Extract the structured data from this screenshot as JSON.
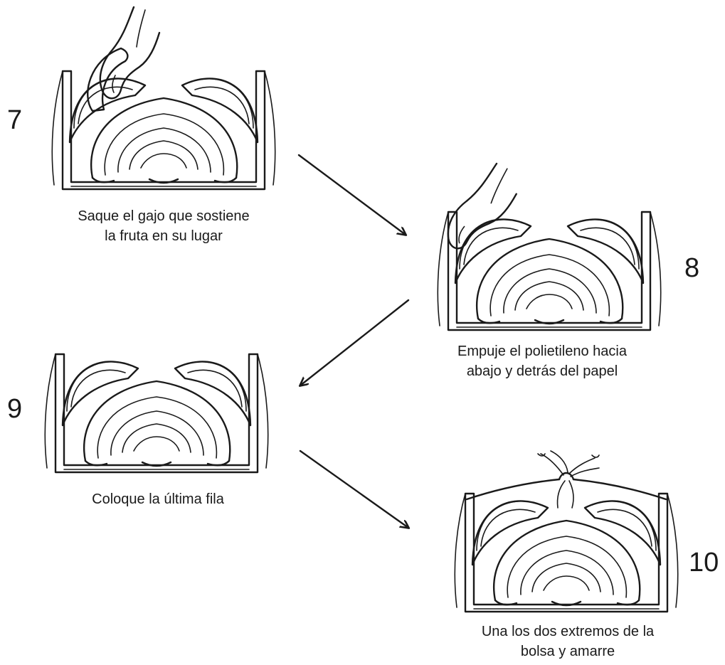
{
  "steps": [
    {
      "number": "7",
      "caption": "Saque el gajo que sostiene\nla fruta en su lugar"
    },
    {
      "number": "8",
      "caption": "Empuje el polietileno hacia\nabajo y detrás del papel"
    },
    {
      "number": "9",
      "caption": "Coloque la última fila"
    },
    {
      "number": "10",
      "caption": "Una los dos extremos de la\nbolsa y amarre"
    }
  ]
}
